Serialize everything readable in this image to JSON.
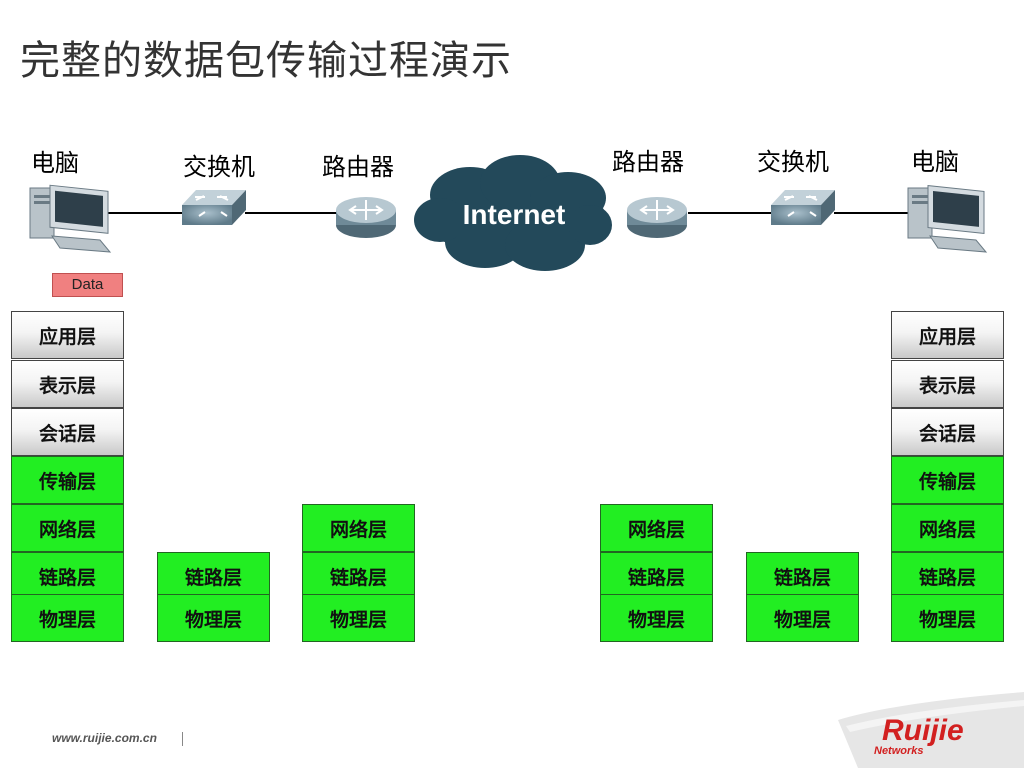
{
  "title": "完整的数据包传输过程演示",
  "devices": {
    "pc_left": "电脑",
    "switch_left": "交换机",
    "router_left": "路由器",
    "internet": "Internet",
    "router_right": "路由器",
    "switch_right": "交换机",
    "pc_right": "电脑"
  },
  "data_label": "Data",
  "layers": {
    "application": "应用层",
    "presentation": "表示层",
    "session": "会话层",
    "transport": "传输层",
    "network": "网络层",
    "datalink": "链路层",
    "physical": "物理层"
  },
  "colors": {
    "lower_layer": "#22ee22",
    "internet_cloud": "#23495a",
    "device_body": "#7f99a8",
    "data_box": "#f08080"
  },
  "footer": {
    "url": "www.ruijie.com.cn",
    "logo_brand": "Ruijie",
    "logo_sub": "Networks"
  }
}
